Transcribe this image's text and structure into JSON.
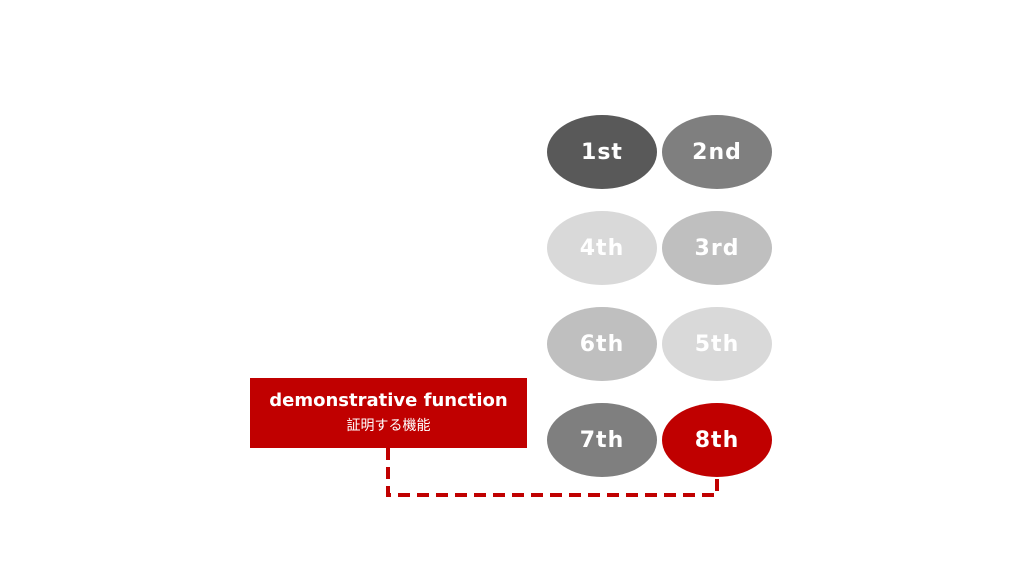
{
  "steps": [
    {
      "label": "1st",
      "color": "#595959"
    },
    {
      "label": "2nd",
      "color": "#7f7f7f"
    },
    {
      "label": "4th",
      "color": "#d9d9d9"
    },
    {
      "label": "3rd",
      "color": "#bfbfbf"
    },
    {
      "label": "6th",
      "color": "#bfbfbf"
    },
    {
      "label": "5th",
      "color": "#d9d9d9"
    },
    {
      "label": "7th",
      "color": "#7f7f7f"
    },
    {
      "label": "8th",
      "color": "#c00000"
    }
  ],
  "callout": {
    "title": "demonstrative function",
    "subtitle": "証明する機能",
    "color": "#c00000"
  },
  "connector_color": "#c00000"
}
